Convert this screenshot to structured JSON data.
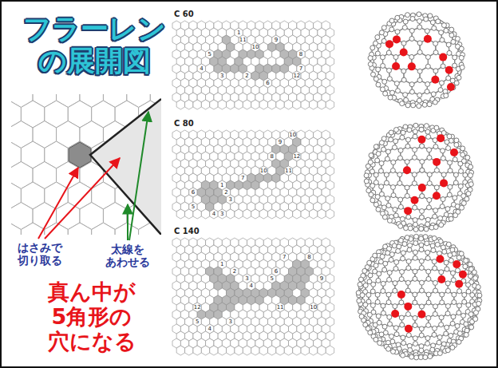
{
  "diagram": {
    "title": "フラーレン の展開図",
    "labels": [
      "はさみで 切り取る",
      "太線を あわせる",
      "真ん中が 5角形の 穴になる",
      "C 60",
      "C 80",
      "C 140",
      "1",
      "11",
      "10",
      "9",
      "8",
      "7",
      "12",
      "6",
      "5",
      "4",
      "3",
      "2",
      "9",
      "10",
      "8",
      "12",
      "11",
      "7",
      "10",
      "1",
      "2",
      "3",
      "6",
      "5",
      "4",
      "3",
      "1",
      "2",
      "3",
      "4",
      "5",
      "6",
      "7",
      "8",
      "9",
      "10",
      "11",
      "12",
      "5",
      "4",
      "3"
    ]
  }
}
